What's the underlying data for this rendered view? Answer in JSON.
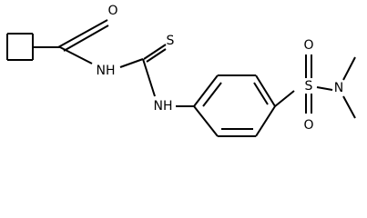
{
  "molecule": {
    "atoms": {
      "carbonyl_o": "O",
      "amide_n": "NH",
      "thio_s": "S",
      "thiourea_n": "NH",
      "sulfonyl_s": "S",
      "sulfonyl_o_top": "O",
      "sulfonyl_o_bottom": "O",
      "amine_n": "N"
    }
  }
}
